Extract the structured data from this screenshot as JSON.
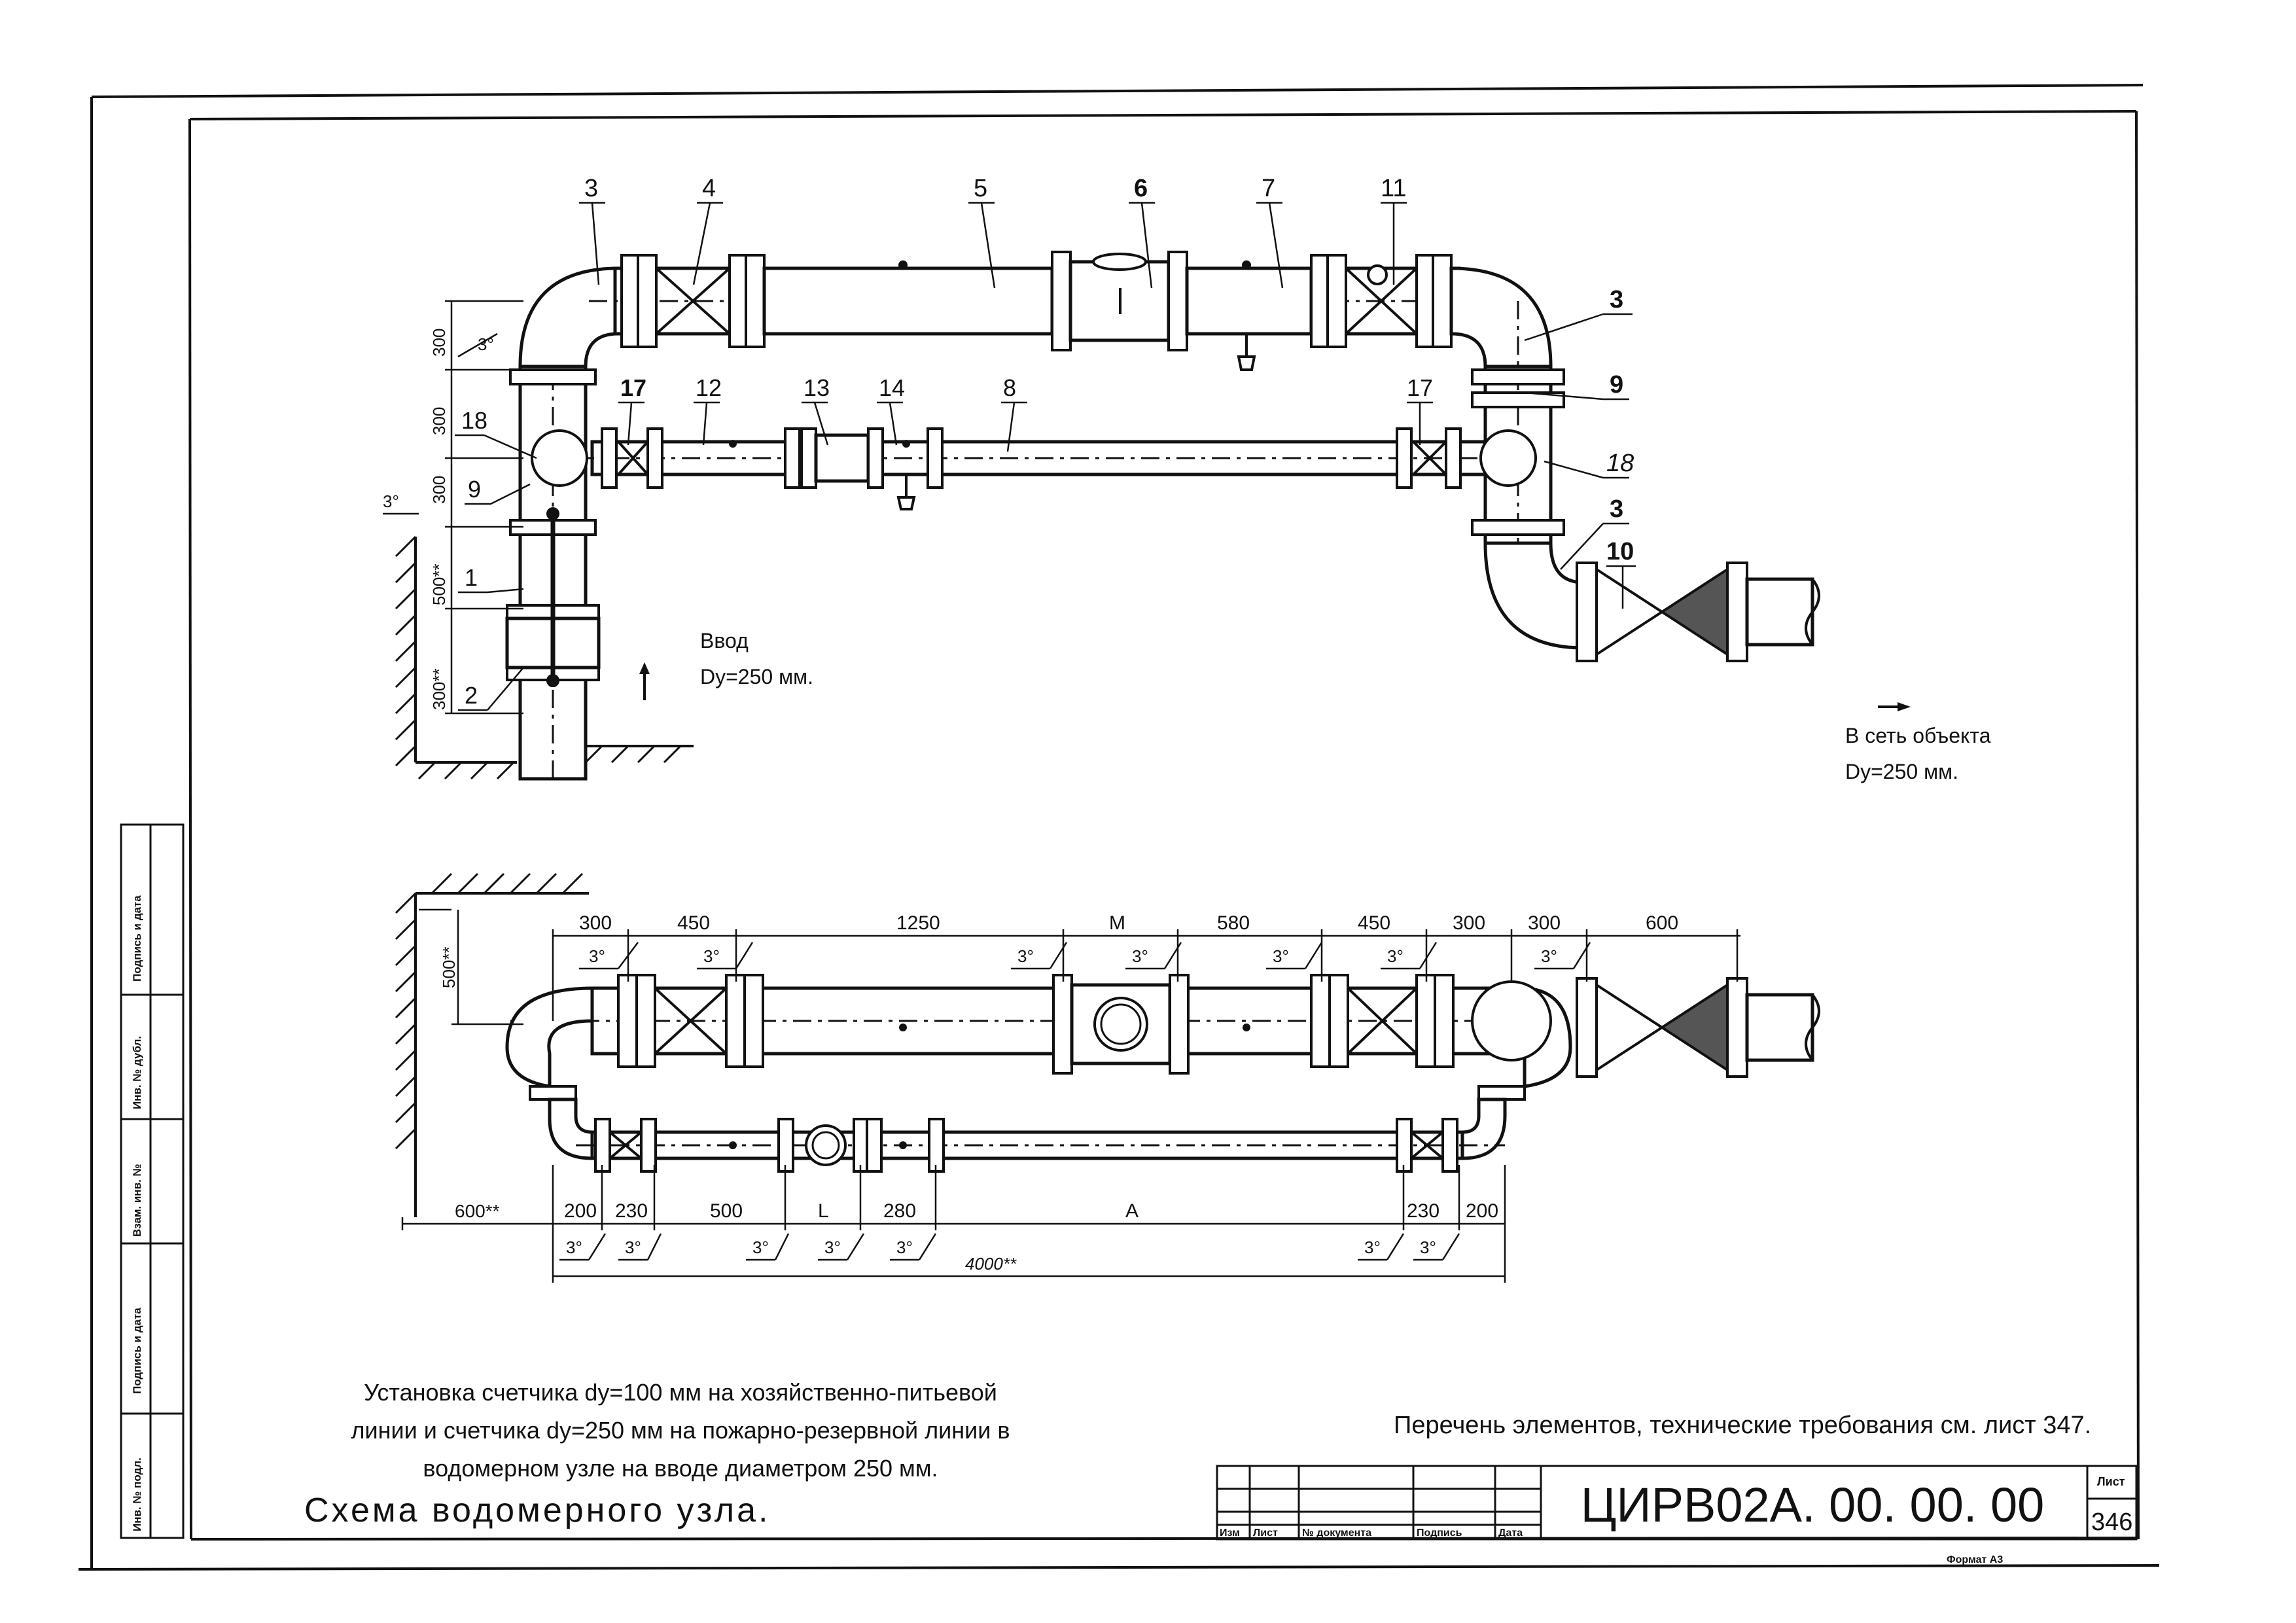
{
  "labels": {
    "top": [
      "3",
      "4",
      "5",
      "6",
      "7",
      "11",
      "3",
      "9",
      "18",
      "3",
      "10",
      "18",
      "17",
      "12",
      "13",
      "14",
      "8",
      "17",
      "9",
      "1",
      "2"
    ],
    "dims_left": [
      "300",
      "300",
      "300",
      "500**",
      "300**"
    ],
    "angle_3": "3°"
  },
  "inlet": {
    "title": "Ввод",
    "dy": "Dy=250 мм."
  },
  "outlet": {
    "title": "В сеть объекта",
    "dy": "Dy=250 мм."
  },
  "plan": {
    "top_dims": [
      "300",
      "450",
      "1250",
      "M",
      "580",
      "450",
      "300",
      "300",
      "600"
    ],
    "bottom_dims": [
      "200",
      "230",
      "500",
      "L",
      "280",
      "A",
      "230",
      "200"
    ],
    "left_dim": "600**",
    "vert_dim": "500**",
    "total": "4000**",
    "angle": "3°"
  },
  "caption": {
    "line1": "Установка счетчика dy=100 мм на хозяйственно-питьевой",
    "line2": "линии и счетчика dy=250 мм на пожарно-резервной линии в",
    "line3": "водомерном узле на вводе диаметром 250 мм.",
    "title": "Схема водомерного узла."
  },
  "note": "Перечень элементов, технические требования см. лист 347.",
  "stamp": {
    "code": "ЦИРВ02А. 00. 00. 00",
    "sheet_label": "Лист",
    "sheet_no": "346",
    "format": "Формат А3",
    "cols": [
      "Изм",
      "Лист",
      "№ документа",
      "Подпись",
      "Дата"
    ]
  },
  "side_strip": [
    "Подпись и дата",
    "Инв. № дубл.",
    "Взам. инв. №",
    "Подпись и дата",
    "Инв. № подл."
  ]
}
